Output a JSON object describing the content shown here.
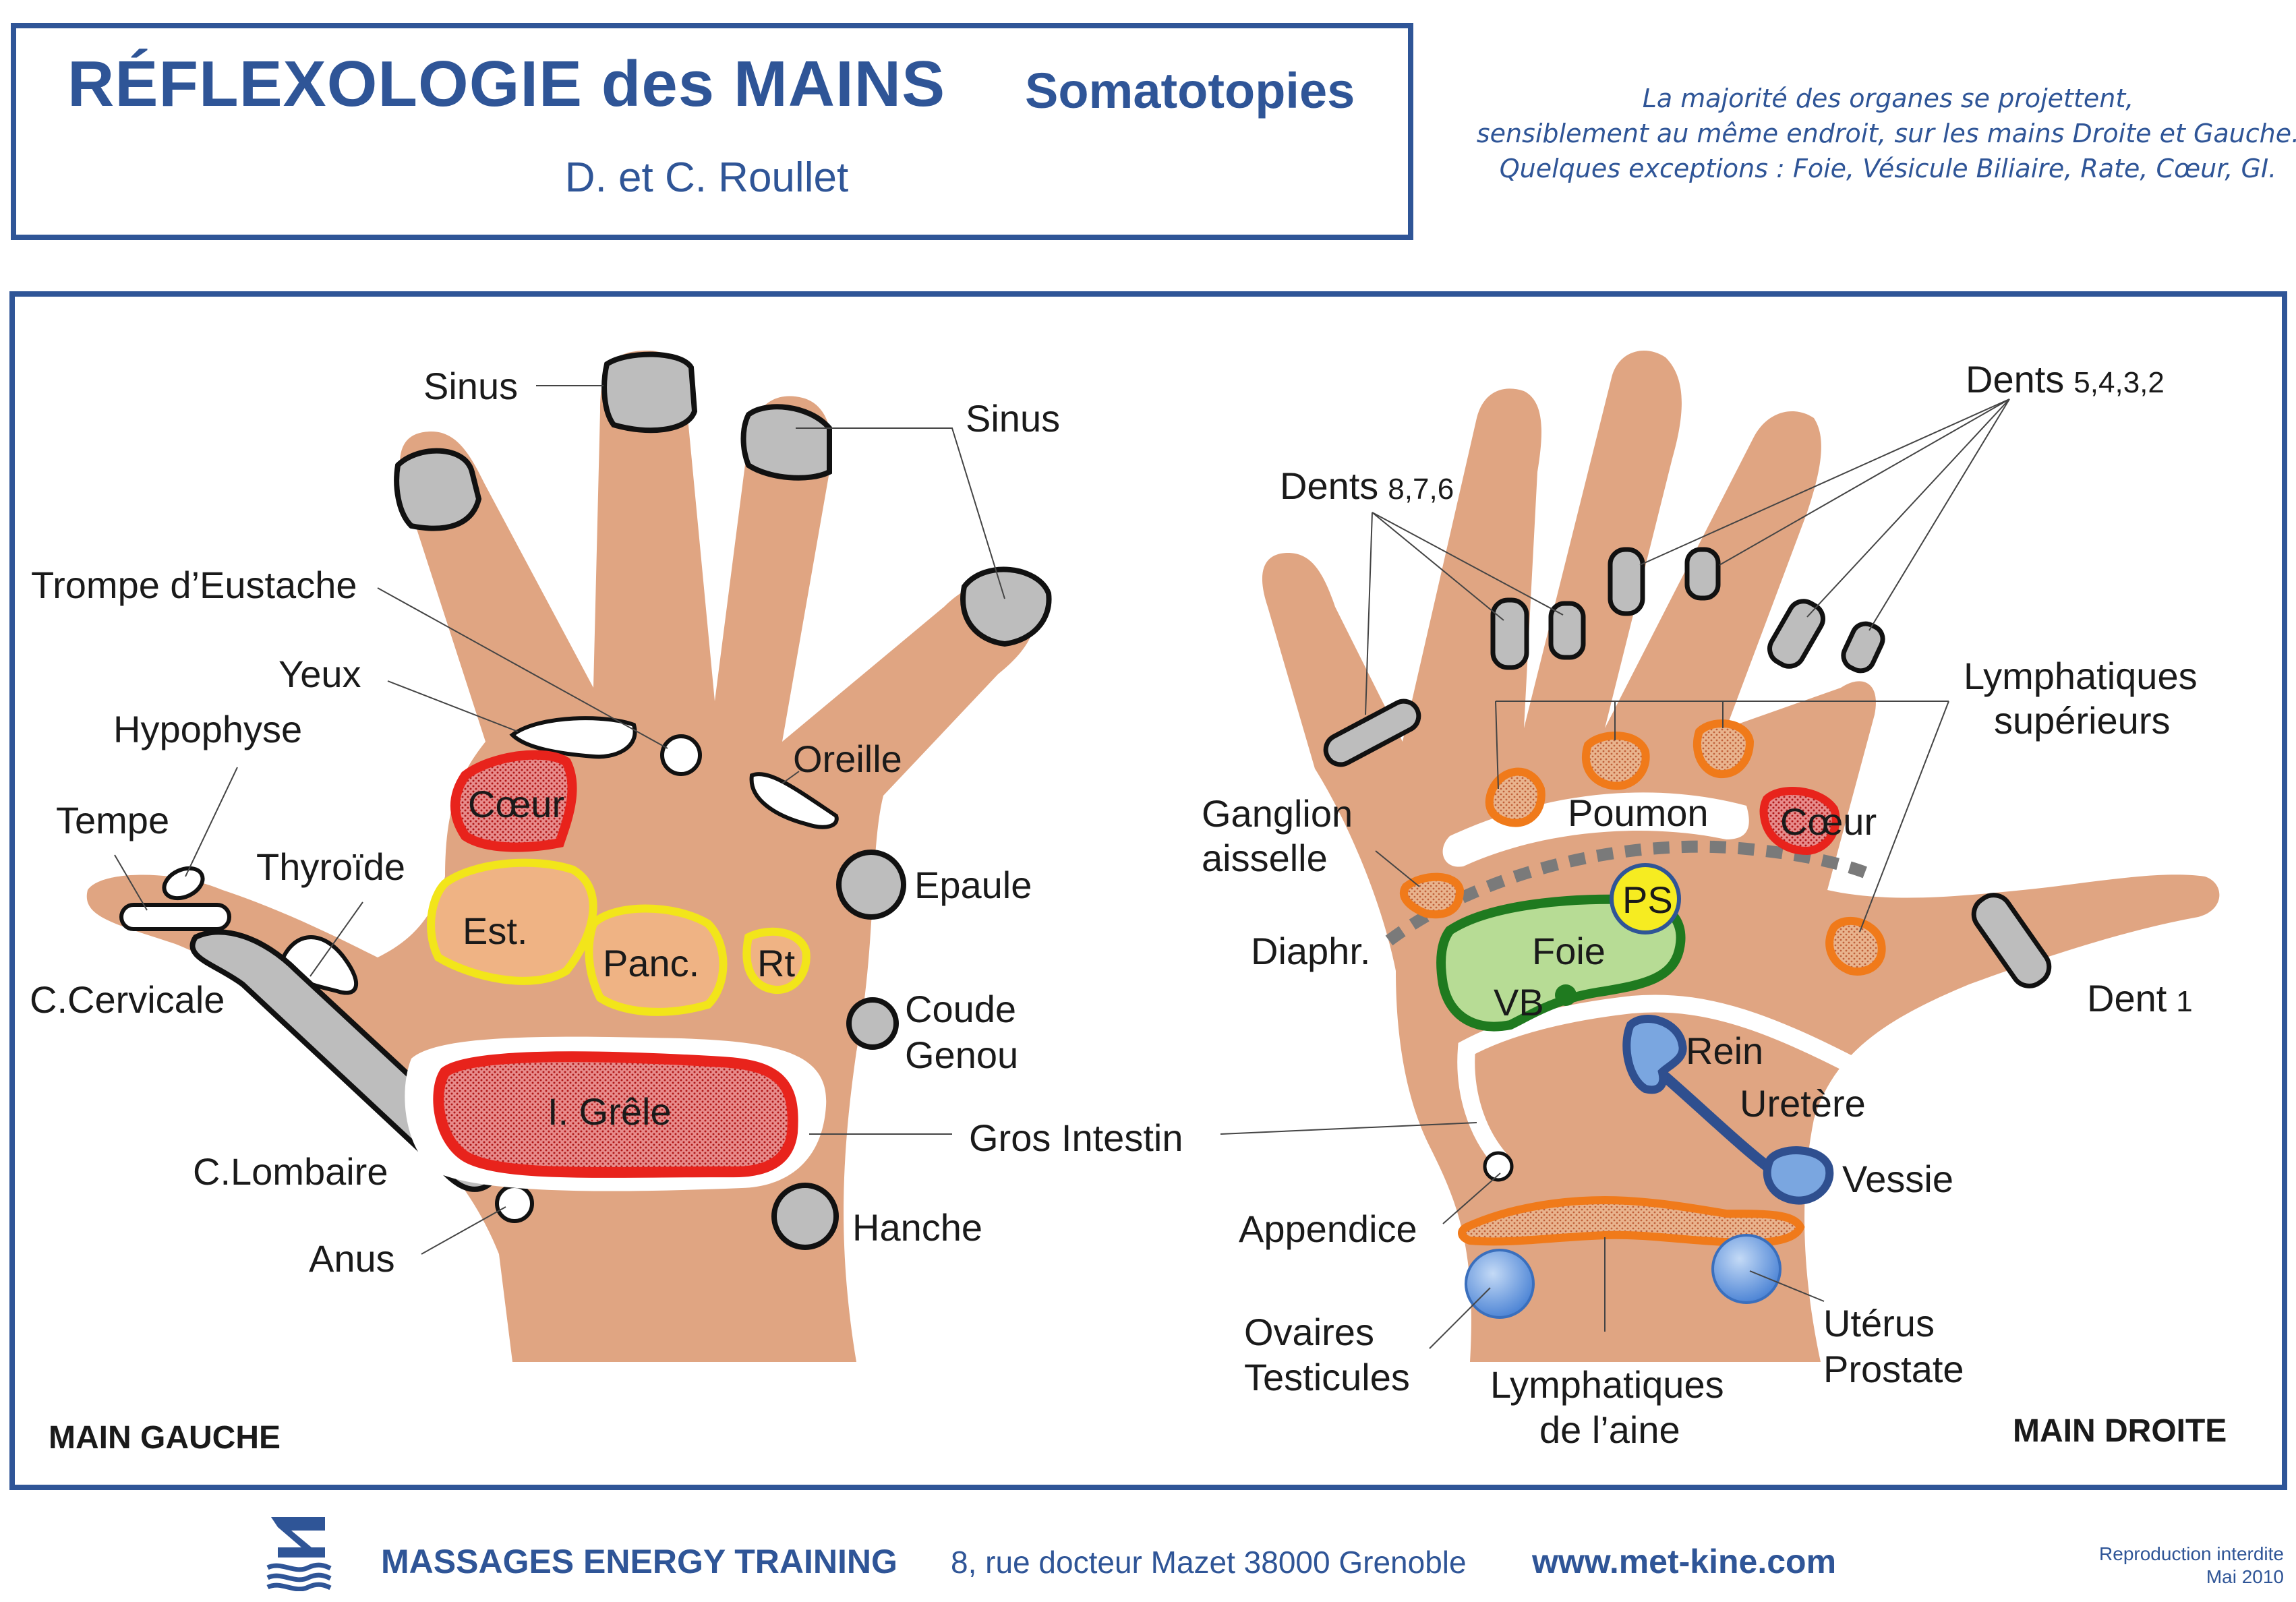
{
  "header": {
    "title": "RÉFLEXOLOGIE des MAINS",
    "subtitle": "Somatotopies",
    "authors": "D. et C. Roullet",
    "note_lines": [
      "La majorité des organes se projettent,",
      "sensiblement au même endroit, sur les mains Droite et Gauche.",
      "Quelques exceptions : Foie, Vésicule Biliaire, Rate, Cœur, GI."
    ]
  },
  "left_hand": {
    "caption": "MAIN GAUCHE",
    "labels": {
      "sinus_1": "Sinus",
      "sinus_2": "Sinus",
      "trompe": "Trompe d’Eustache",
      "yeux": "Yeux",
      "hypophyse": "Hypophyse",
      "tempe": "Tempe",
      "thyroide": "Thyroïde",
      "cervicale": "C.Cervicale",
      "lombaire": "C.Lombaire",
      "anus": "Anus",
      "oreille": "Oreille",
      "epaule": "Epaule",
      "coude": "Coude",
      "genou": "Genou",
      "gros_intestin": "Gros Intestin",
      "hanche": "Hanche",
      "coeur": "Cœur",
      "estomac": "Est.",
      "pancreas": "Panc.",
      "rate": "Rt",
      "intestin_grele": "I. Grêle"
    }
  },
  "right_hand": {
    "caption": "MAIN DROITE",
    "labels": {
      "dents_a": "Dents",
      "dents_a_num": "5,4,3,2",
      "dents_b": "Dents",
      "dents_b_num": "8,7,6",
      "lymph_sup_1": "Lymphatiques",
      "lymph_sup_2": "supérieurs",
      "ganglion_1": "Ganglion",
      "ganglion_2": "aisselle",
      "poumon": "Poumon",
      "coeur": "Cœur",
      "diaphragme": "Diaphr.",
      "ps": "PS",
      "foie": "Foie",
      "vb": "VB",
      "rein": "Rein",
      "uretere": "Uretère",
      "vessie": "Vessie",
      "dent1": "Dent",
      "dent1_num": "1",
      "appendice": "Appendice",
      "ovaires": "Ovaires",
      "testicules": "Testicules",
      "lymph_aine_1": "Lymphatiques",
      "lymph_aine_2": "de l’aine",
      "uterus": "Utérus",
      "prostate": "Prostate"
    }
  },
  "footer": {
    "company": "MASSAGES ENERGY TRAINING",
    "address": "8, rue docteur Mazet 38000 Grenoble",
    "website": "www.met-kine.com",
    "rights_1": "Reproduction interdite",
    "rights_2": "Mai 2010"
  },
  "colors": {
    "brand_blue": "#2f5597",
    "skin": "#e0a582",
    "grey_zone": "#bdbdbd",
    "heart_red": "#e8231c",
    "yellow_outline": "#f2e51a",
    "orange": "#f07a1a",
    "green_outline": "#1f7a1f",
    "green_fill": "#b7dc95",
    "kidney_blue": "#2f4f8f",
    "ps_yellow": "#f6ec21"
  }
}
